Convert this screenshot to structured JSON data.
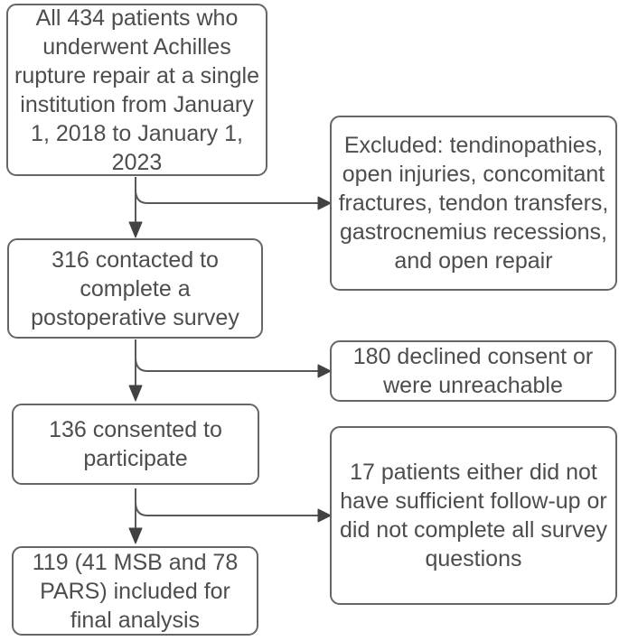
{
  "colors": {
    "background": "#ffffff",
    "box-border": "#666666",
    "box-fill": "#ffffff",
    "text": "#4d4d4d",
    "line": "#595959",
    "arrowhead": "#424242"
  },
  "nodes": {
    "enrolled": {
      "text": "All 434 patients who\nunderwent Achilles\nrupture repair at a single\ninstitution from January\n1, 2018 to January 1,\n2023"
    },
    "excluded": {
      "text": "Excluded: tendinopathies,\nopen injuries, concomitant\nfractures, tendon transfers,\ngastrocnemius recessions,\nand open repair"
    },
    "contacted": {
      "text": "316 contacted to\ncomplete a\npostoperative survey"
    },
    "declined": {
      "text": "180 declined consent or\nwere unreachable"
    },
    "consented": {
      "text": "136 consented to\nparticipate"
    },
    "insufficient": {
      "text": "17 patients either did not\nhave sufficient follow-up or\ndid not complete all survey\nquestions"
    },
    "final": {
      "text": "119 (41 MSB and 78\nPARS) included for\nfinal analysis"
    }
  }
}
